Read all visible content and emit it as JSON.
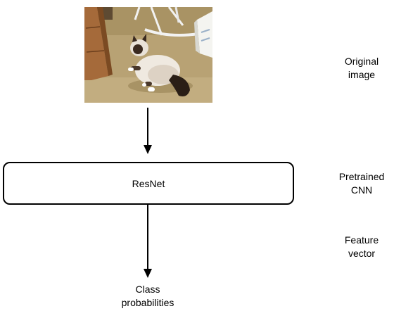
{
  "model_box": {
    "label": "ResNet"
  },
  "side_labels": {
    "original_image": "Original\nimage",
    "pretrained_cnn": "Pretrained\nCNN",
    "feature_vector": "Feature\nvector"
  },
  "output_label": "Class\nprobabilities",
  "photo": {
    "subject": "cat-photo"
  }
}
